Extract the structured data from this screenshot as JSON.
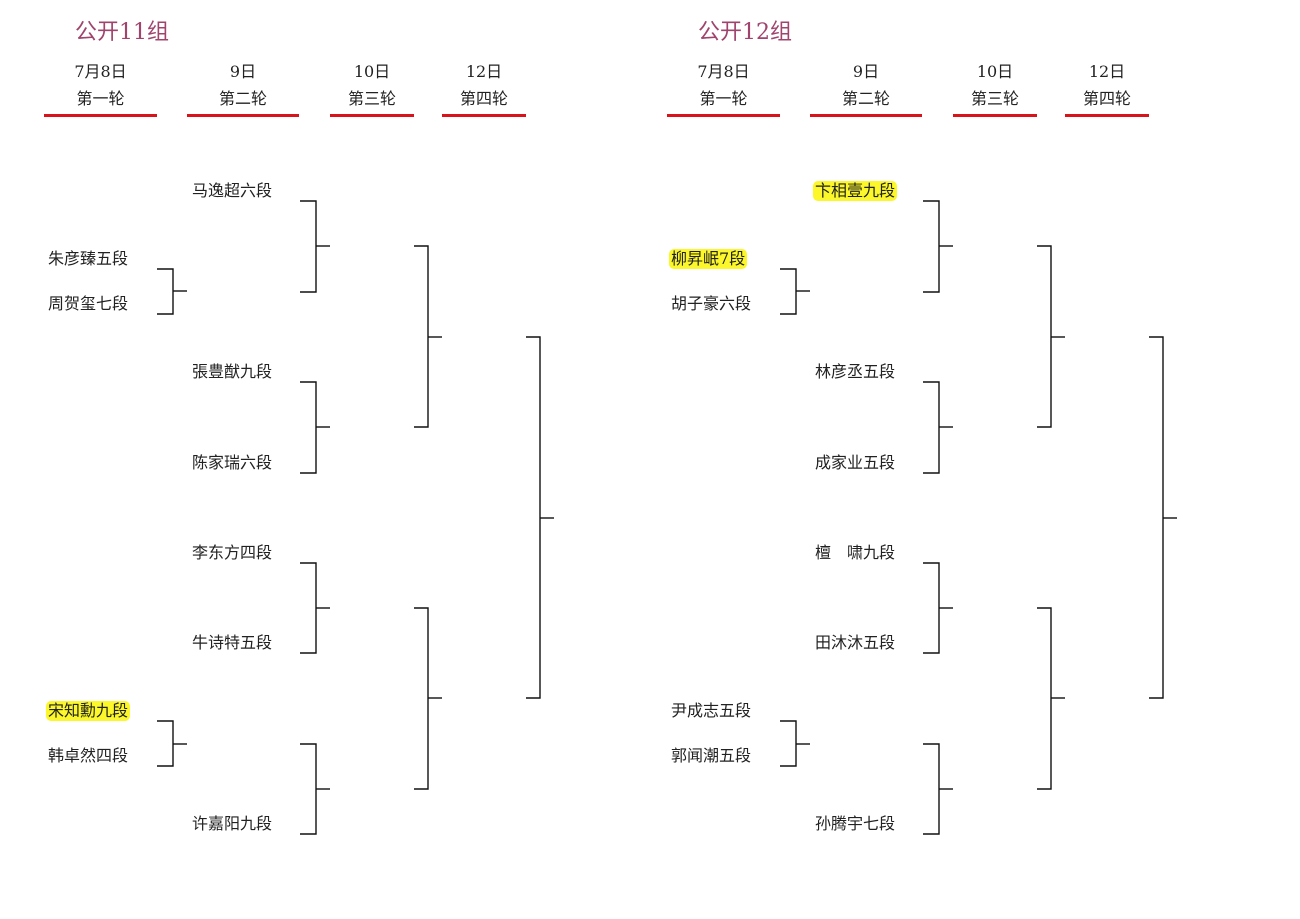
{
  "groups": [
    {
      "title": "公开11组",
      "rounds": [
        {
          "date": "7月8日",
          "label": "第一轮"
        },
        {
          "date": "9日",
          "label": "第二轮"
        },
        {
          "date": "10日",
          "label": "第三轮"
        },
        {
          "date": "12日",
          "label": "第四轮"
        }
      ],
      "players": [
        {
          "name": "马逸超六段",
          "highlight": false
        },
        {
          "name": "朱彦臻五段",
          "highlight": false
        },
        {
          "name": "周贺玺七段",
          "highlight": false
        },
        {
          "name": "張豊猷九段",
          "highlight": false
        },
        {
          "name": "陈家瑞六段",
          "highlight": false
        },
        {
          "name": "李东方四段",
          "highlight": false
        },
        {
          "name": "牛诗特五段",
          "highlight": false
        },
        {
          "name": "宋知勳九段",
          "highlight": true
        },
        {
          "name": "韩卓然四段",
          "highlight": false
        },
        {
          "name": "许嘉阳九段",
          "highlight": false
        }
      ]
    },
    {
      "title": "公开12组",
      "rounds": [
        {
          "date": "7月8日",
          "label": "第一轮"
        },
        {
          "date": "9日",
          "label": "第二轮"
        },
        {
          "date": "10日",
          "label": "第三轮"
        },
        {
          "date": "12日",
          "label": "第四轮"
        }
      ],
      "players": [
        {
          "name": "卞相壹九段",
          "highlight": true
        },
        {
          "name": "柳昇岷7段",
          "highlight": true
        },
        {
          "name": "胡子豪六段",
          "highlight": false
        },
        {
          "name": "林彦丞五段",
          "highlight": false
        },
        {
          "name": "成家业五段",
          "highlight": false
        },
        {
          "name": "檀　啸九段",
          "highlight": false
        },
        {
          "name": "田沐沐五段",
          "highlight": false
        },
        {
          "name": "尹成志五段",
          "highlight": false
        },
        {
          "name": "郭闻潮五段",
          "highlight": false
        },
        {
          "name": "孙腾宇七段",
          "highlight": false
        }
      ]
    }
  ]
}
